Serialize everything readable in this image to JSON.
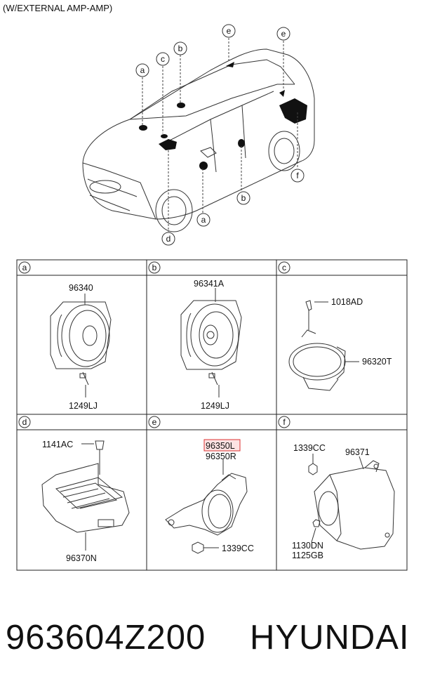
{
  "title": "(W/EXTERNAL AMP-AMP)",
  "car_callouts": [
    "a",
    "b",
    "c",
    "e",
    "e",
    "f",
    "b",
    "a",
    "d"
  ],
  "cells": [
    {
      "key": "a",
      "parts": [
        "96340",
        "1249LJ"
      ]
    },
    {
      "key": "b",
      "parts": [
        "96341A",
        "1249LJ"
      ]
    },
    {
      "key": "c",
      "parts": [
        "1018AD",
        "96320T"
      ]
    },
    {
      "key": "d",
      "parts": [
        "1141AC",
        "96370N"
      ]
    },
    {
      "key": "e",
      "parts": [
        "96350L",
        "96350R",
        "1339CC"
      ]
    },
    {
      "key": "f",
      "parts": [
        "1339CC",
        "96371",
        "1130DN",
        "1125GB"
      ]
    }
  ],
  "footer": {
    "part_number": "963604Z200",
    "brand": "HYUNDAI"
  },
  "colors": {
    "highlight_border": "#d33333",
    "highlight_fill": "#fde2e2"
  }
}
